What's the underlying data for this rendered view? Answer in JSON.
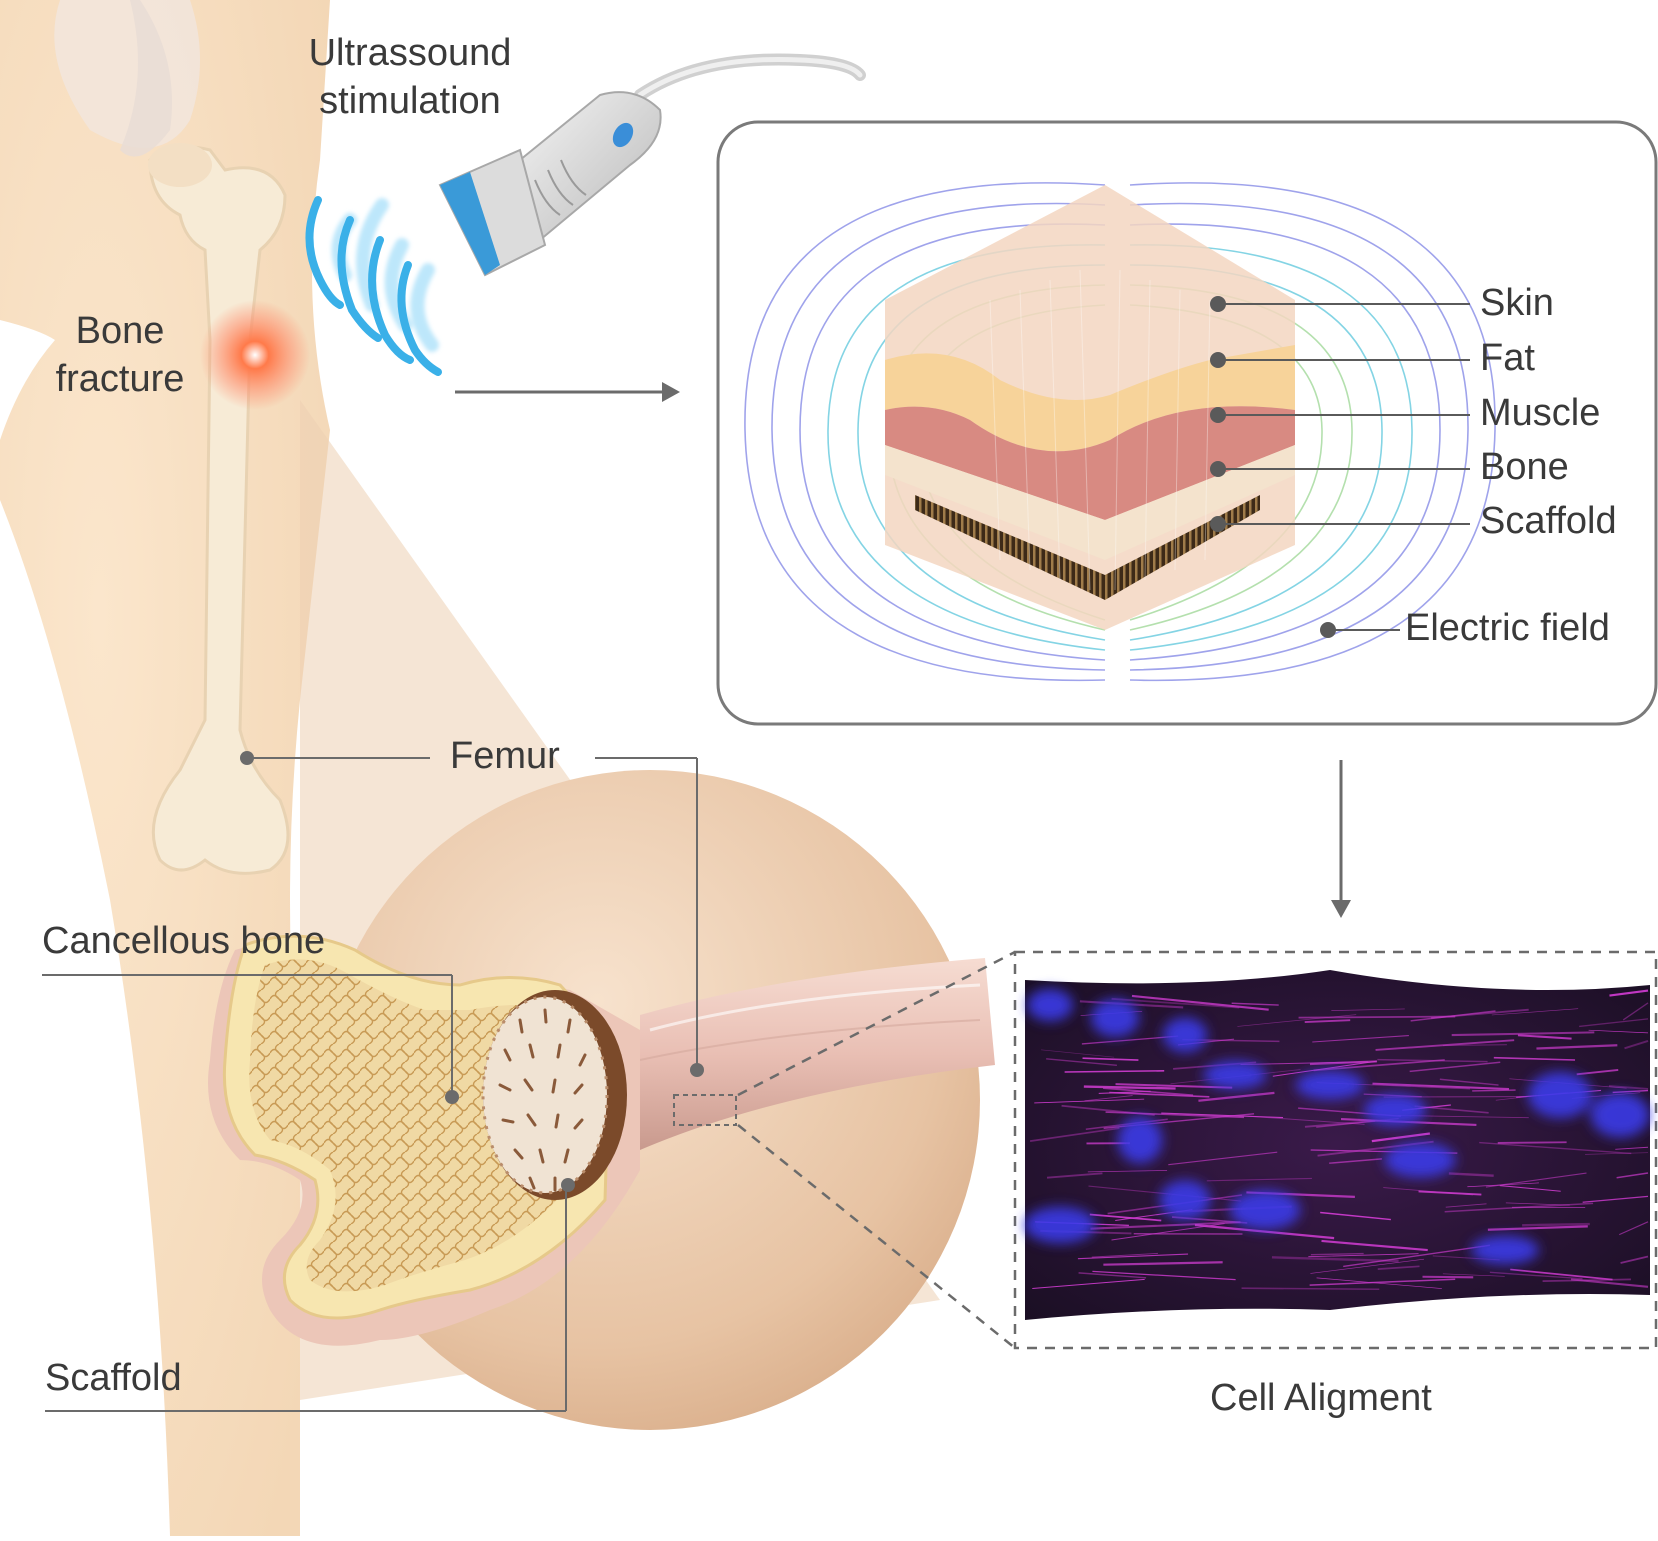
{
  "labels": {
    "ultrasound": "Ultrassound stimulation",
    "ultrasound_line1": "Ultrassound",
    "ultrasound_line2": "stimulation",
    "bone_fracture_line1": "Bone",
    "bone_fracture_line2": "fracture",
    "femur": "Femur",
    "cancellous_bone": "Cancellous bone",
    "scaffold_bottom": "Scaffold",
    "cell_alignment": "Cell Aligment"
  },
  "layers": {
    "skin": "Skin",
    "fat": "Fat",
    "muscle": "Muscle",
    "bone": "Bone",
    "scaffold": "Scaffold",
    "electric_field": "Electric field"
  },
  "colors": {
    "skin_tone": "#f4dcc0",
    "bone": "#f6ead2",
    "fracture_glow": "#ff5a3c",
    "muscle": "#d88a82",
    "fat": "#f7d9a0",
    "scaffold": "#6a4a2a",
    "ultrasound_waves": "#3ab0e8",
    "probe_head": "#3a9ad8",
    "actin": "#e040e0",
    "nuclei": "#3a3ae8",
    "line": "#6b6b6b"
  }
}
